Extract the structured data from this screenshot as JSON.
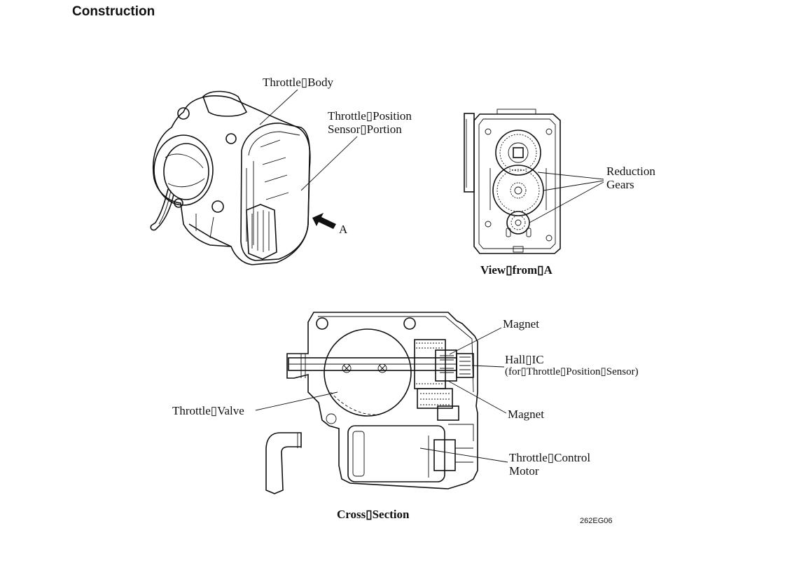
{
  "heading": "Construction",
  "labels": {
    "throttle_body": "Throttle▯Body",
    "tps_line1": "Throttle▯Position",
    "tps_line2": "Sensor▯Portion",
    "arrow_a": "A",
    "reduction_line1": "Reduction",
    "reduction_line2": "Gears",
    "view_from_a": "View▯from▯A",
    "magnet_top": "Magnet",
    "hall_ic_line1": "Hall▯IC",
    "hall_ic_line2": "(for▯Throttle▯Position▯Sensor)",
    "throttle_valve": "Throttle▯Valve",
    "magnet_bottom": "Magnet",
    "motor_line1": "Throttle▯Control",
    "motor_line2": "Motor",
    "cross_section": "Cross▯Section",
    "figure_code": "262EG06"
  }
}
